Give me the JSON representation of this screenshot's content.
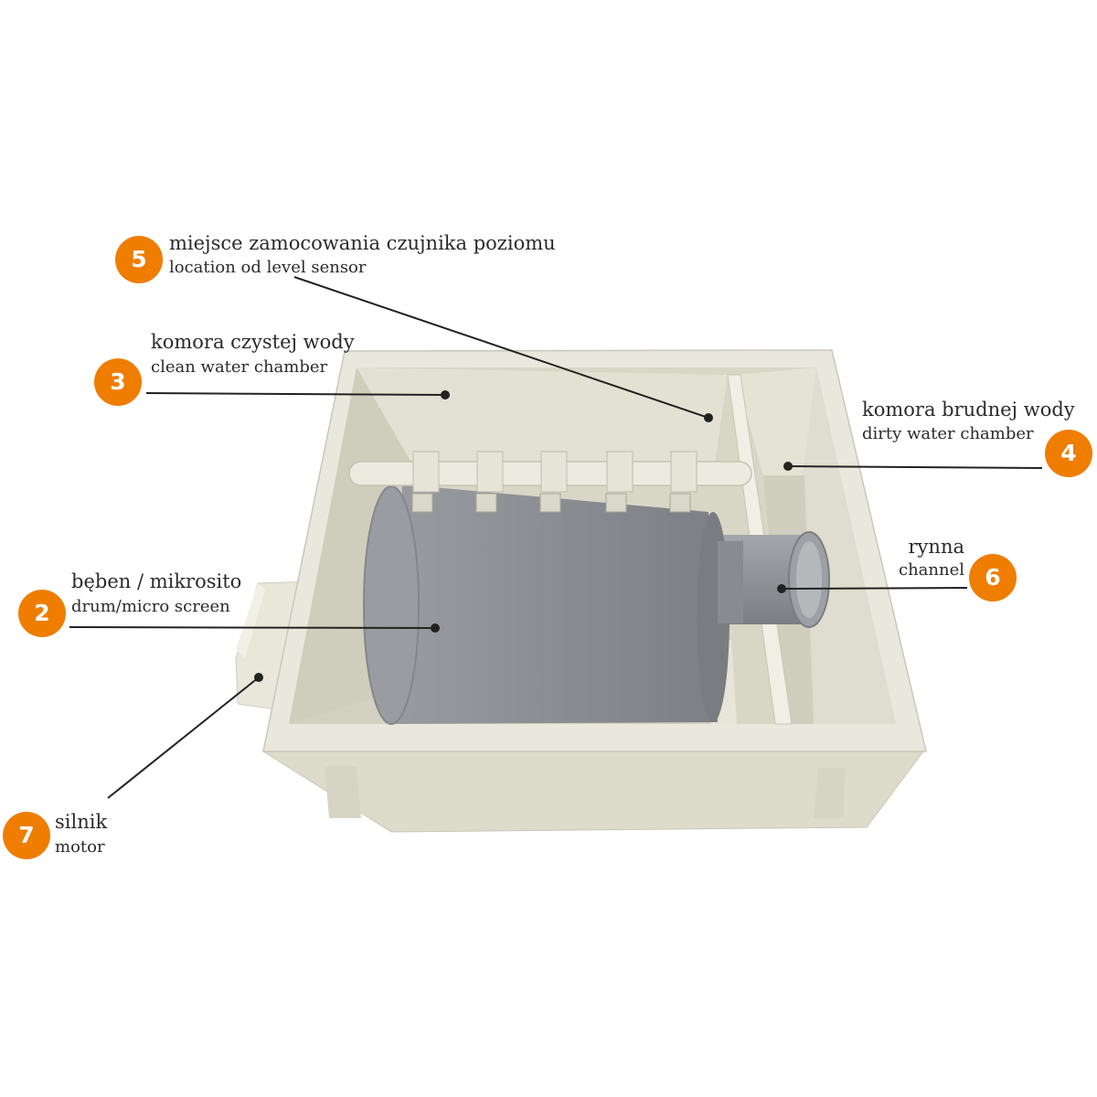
{
  "colors": {
    "badge": "#ef7d00",
    "tank": "#e7e6d8",
    "tank_inner": "#d9d8c8",
    "drum": "#8d8e94",
    "leader": "#222222"
  },
  "callouts": [
    {
      "number": "5",
      "pl": "miejsce zamocowania czujnika poziomu",
      "en": "location od level sensor"
    },
    {
      "number": "3",
      "pl": "komora czystej wody",
      "en": "clean water chamber"
    },
    {
      "number": "4",
      "pl": "komora brudnej wody",
      "en": "dirty water chamber"
    },
    {
      "number": "6",
      "pl": "rynna",
      "en": "channel"
    },
    {
      "number": "2",
      "pl": "bęben / mikrosito",
      "en": "drum/micro screen"
    },
    {
      "number": "7",
      "pl": "silnik",
      "en": "motor"
    }
  ]
}
